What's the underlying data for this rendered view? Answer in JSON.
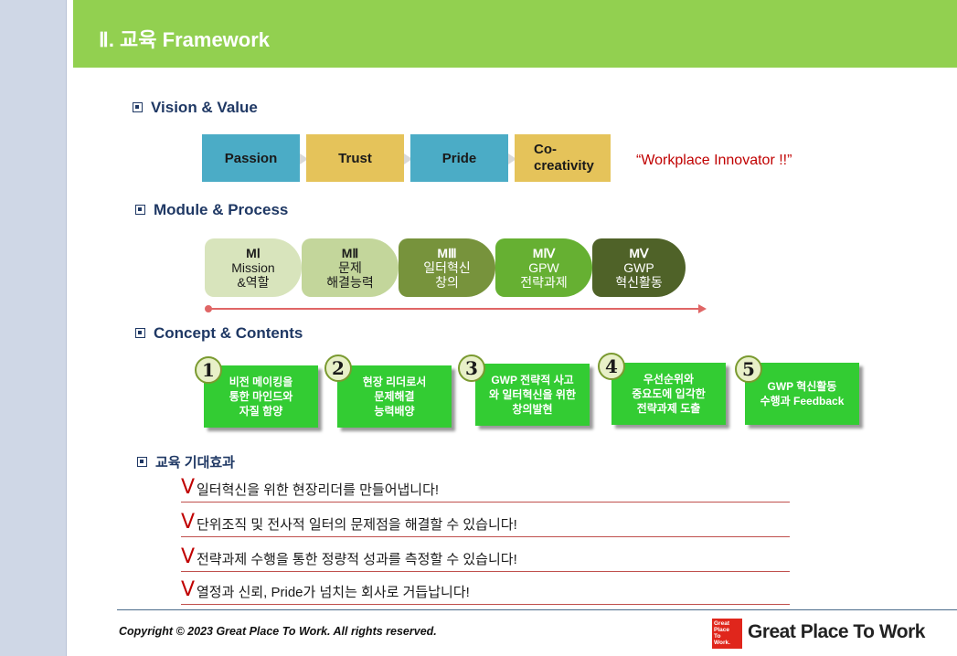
{
  "header": {
    "title": "Ⅱ. 교육 Framework"
  },
  "sections": {
    "vision": "Vision & Value",
    "module": "Module & Process",
    "concept": "Concept & Contents",
    "effects": "교육 기대효과"
  },
  "vision_values": [
    {
      "label": "Passion",
      "color": "#4bacc6"
    },
    {
      "label": "Trust",
      "color": "#e5c35a"
    },
    {
      "label": "Pride",
      "color": "#4bacc6"
    },
    {
      "label": "Co-\ncreativity",
      "color": "#e5c35a"
    }
  ],
  "vision_slogan": "“Workplace Innovator !!”",
  "modules": [
    {
      "title": "MⅠ",
      "line1": "Mission",
      "line2": "&역할",
      "color": "#d8e4bc",
      "text_color": "#1a1a1a"
    },
    {
      "title": "MⅡ",
      "line1": "문제",
      "line2": "해결능력",
      "color": "#c3d69b",
      "text_color": "#1a1a1a"
    },
    {
      "title": "MⅢ",
      "line1": "일터혁신",
      "line2": "창의",
      "color": "#77933c",
      "text_color": "#ffffff"
    },
    {
      "title": "MⅣ",
      "line1": "GPW",
      "line2": "전략과제",
      "color": "#66b032",
      "text_color": "#ffffff"
    },
    {
      "title": "MⅤ",
      "line1": "GWP",
      "line2": "혁신활동",
      "color": "#4f6228",
      "text_color": "#ffffff"
    }
  ],
  "concepts": [
    {
      "num": "1",
      "text": "비전 메이킹을\n통한 마인드와\n자질 함양"
    },
    {
      "num": "2",
      "text": "현장 리더로서\n문제해결\n능력배양"
    },
    {
      "num": "3",
      "text": "GWP 전략적 사고\n와 일터혁신을 위한\n창의발현"
    },
    {
      "num": "4",
      "text": "우선순위와\n중요도에 입각한\n전략과제 도출"
    },
    {
      "num": "5",
      "text": "GWP 혁신활동\n수행과 Feedback"
    }
  ],
  "effects": [
    {
      "mark": "V",
      "text": "일터혁신을 위한 현장리더를 만들어냅니다!"
    },
    {
      "mark": "V",
      "text": "단위조직 및 전사적 일터의 문제점을 해결할 수 있습니다!"
    },
    {
      "mark": "V",
      "text": "전략과제 수행을 통한 정량적 성과를 측정할 수 있습니다!"
    },
    {
      "mark": "V",
      "text": "열정과 신뢰, Pride가 넘치는 회사로 거듭납니다!"
    }
  ],
  "footer": {
    "copyright": "Copyright © 2023 Great Place To Work.  All rights reserved.",
    "logo_mark": "Great\nPlace\nTo\nWork.",
    "logo_text": "Great Place To Work"
  }
}
